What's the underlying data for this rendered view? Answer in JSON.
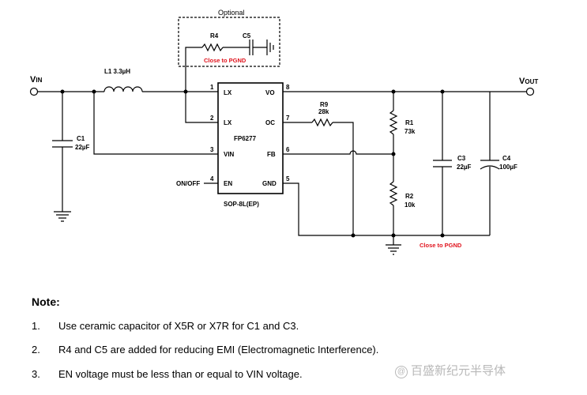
{
  "diagram": {
    "optional_label": "Optional",
    "r4": "R4",
    "c5": "C5",
    "close_pgnd_top": "Close to PGND",
    "vin_main": "V",
    "vin_sub": "IN",
    "vout_main": "V",
    "vout_sub": "OUT",
    "l1_label": "L1  3.3µH",
    "c1_name": "C1",
    "c1_value": "22µF",
    "onoff": "ON/OFF",
    "ic_name": "FP6277",
    "package": "SOP-8L(EP)",
    "pins_left": [
      {
        "num": "1",
        "name": "LX"
      },
      {
        "num": "2",
        "name": "LX"
      },
      {
        "num": "3",
        "name": "VIN"
      },
      {
        "num": "4",
        "name": "EN"
      }
    ],
    "pins_right": [
      {
        "num": "8",
        "name": "VO"
      },
      {
        "num": "7",
        "name": "OC"
      },
      {
        "num": "6",
        "name": "FB"
      },
      {
        "num": "5",
        "name": "GND"
      }
    ],
    "r9_name": "R9",
    "r9_value": "28k",
    "r1_name": "R1",
    "r1_value": "73k",
    "r2_name": "R2",
    "r2_value": "10k",
    "c3_name": "C3",
    "c3_value": "22µF",
    "c4_name": "C4",
    "c4_value": "100µF",
    "close_pgnd_bottom": "Close to PGND"
  },
  "notes": {
    "title": "Note:",
    "items": [
      {
        "num": "1.",
        "text": "Use ceramic capacitor of X5R or X7R for C1 and C3."
      },
      {
        "num": "2.",
        "text": "R4 and C5 are added for reducing EMI (Electromagnetic Interference)."
      },
      {
        "num": "3.",
        "text": "EN voltage must be less than or equal to VIN voltage."
      }
    ]
  },
  "watermark": {
    "icon": "@",
    "text": "百盛新纪元半导体"
  }
}
